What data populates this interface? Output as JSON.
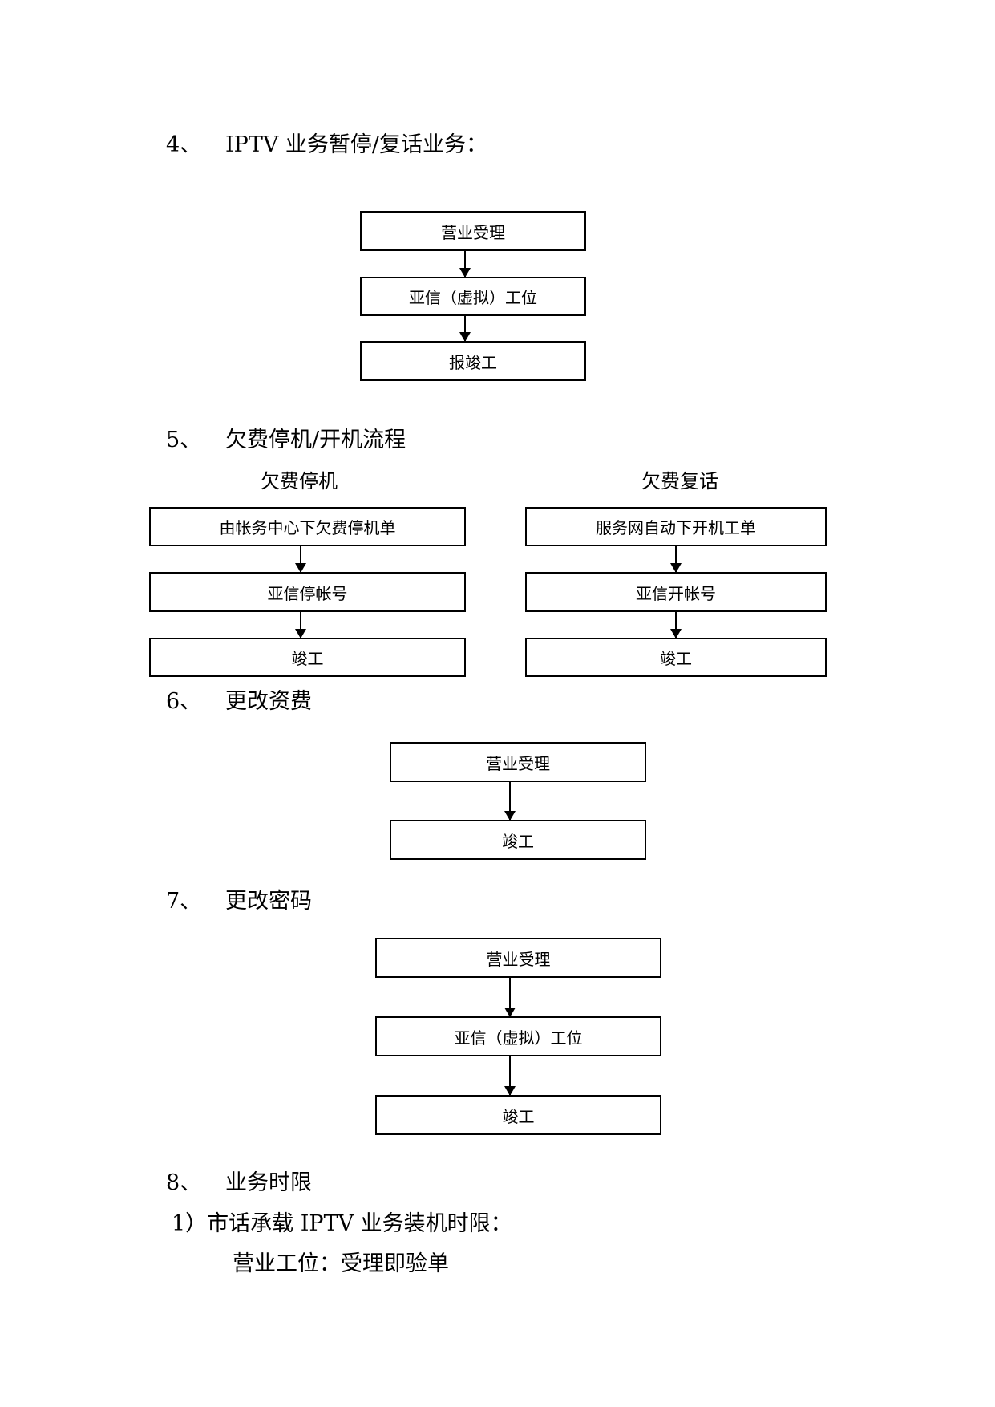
{
  "sec4": {
    "num": "4、",
    "title": "IPTV 业务暂停/复话业务：",
    "steps": [
      "营业受理",
      "亚信（虚拟）工位",
      "报竣工"
    ]
  },
  "sec5": {
    "num": "5、",
    "title": "欠费停机/开机流程",
    "left": {
      "label": "欠费停机",
      "steps": [
        "由帐务中心下欠费停机单",
        "亚信停帐号",
        "竣工"
      ]
    },
    "right": {
      "label": "欠费复话",
      "steps": [
        "服务网自动下开机工单",
        "亚信开帐号",
        "竣工"
      ]
    }
  },
  "sec6": {
    "num": "6、",
    "title": "更改资费",
    "steps": [
      "营业受理",
      "竣工"
    ]
  },
  "sec7": {
    "num": "7、",
    "title": "更改密码",
    "steps": [
      "营业受理",
      "亚信（虚拟）工位",
      "竣工"
    ]
  },
  "sec8": {
    "num": "8、",
    "title": "业务时限",
    "item1": "1）市话承载 IPTV 业务装机时限：",
    "item1_detail": "营业工位：受理即验单"
  }
}
